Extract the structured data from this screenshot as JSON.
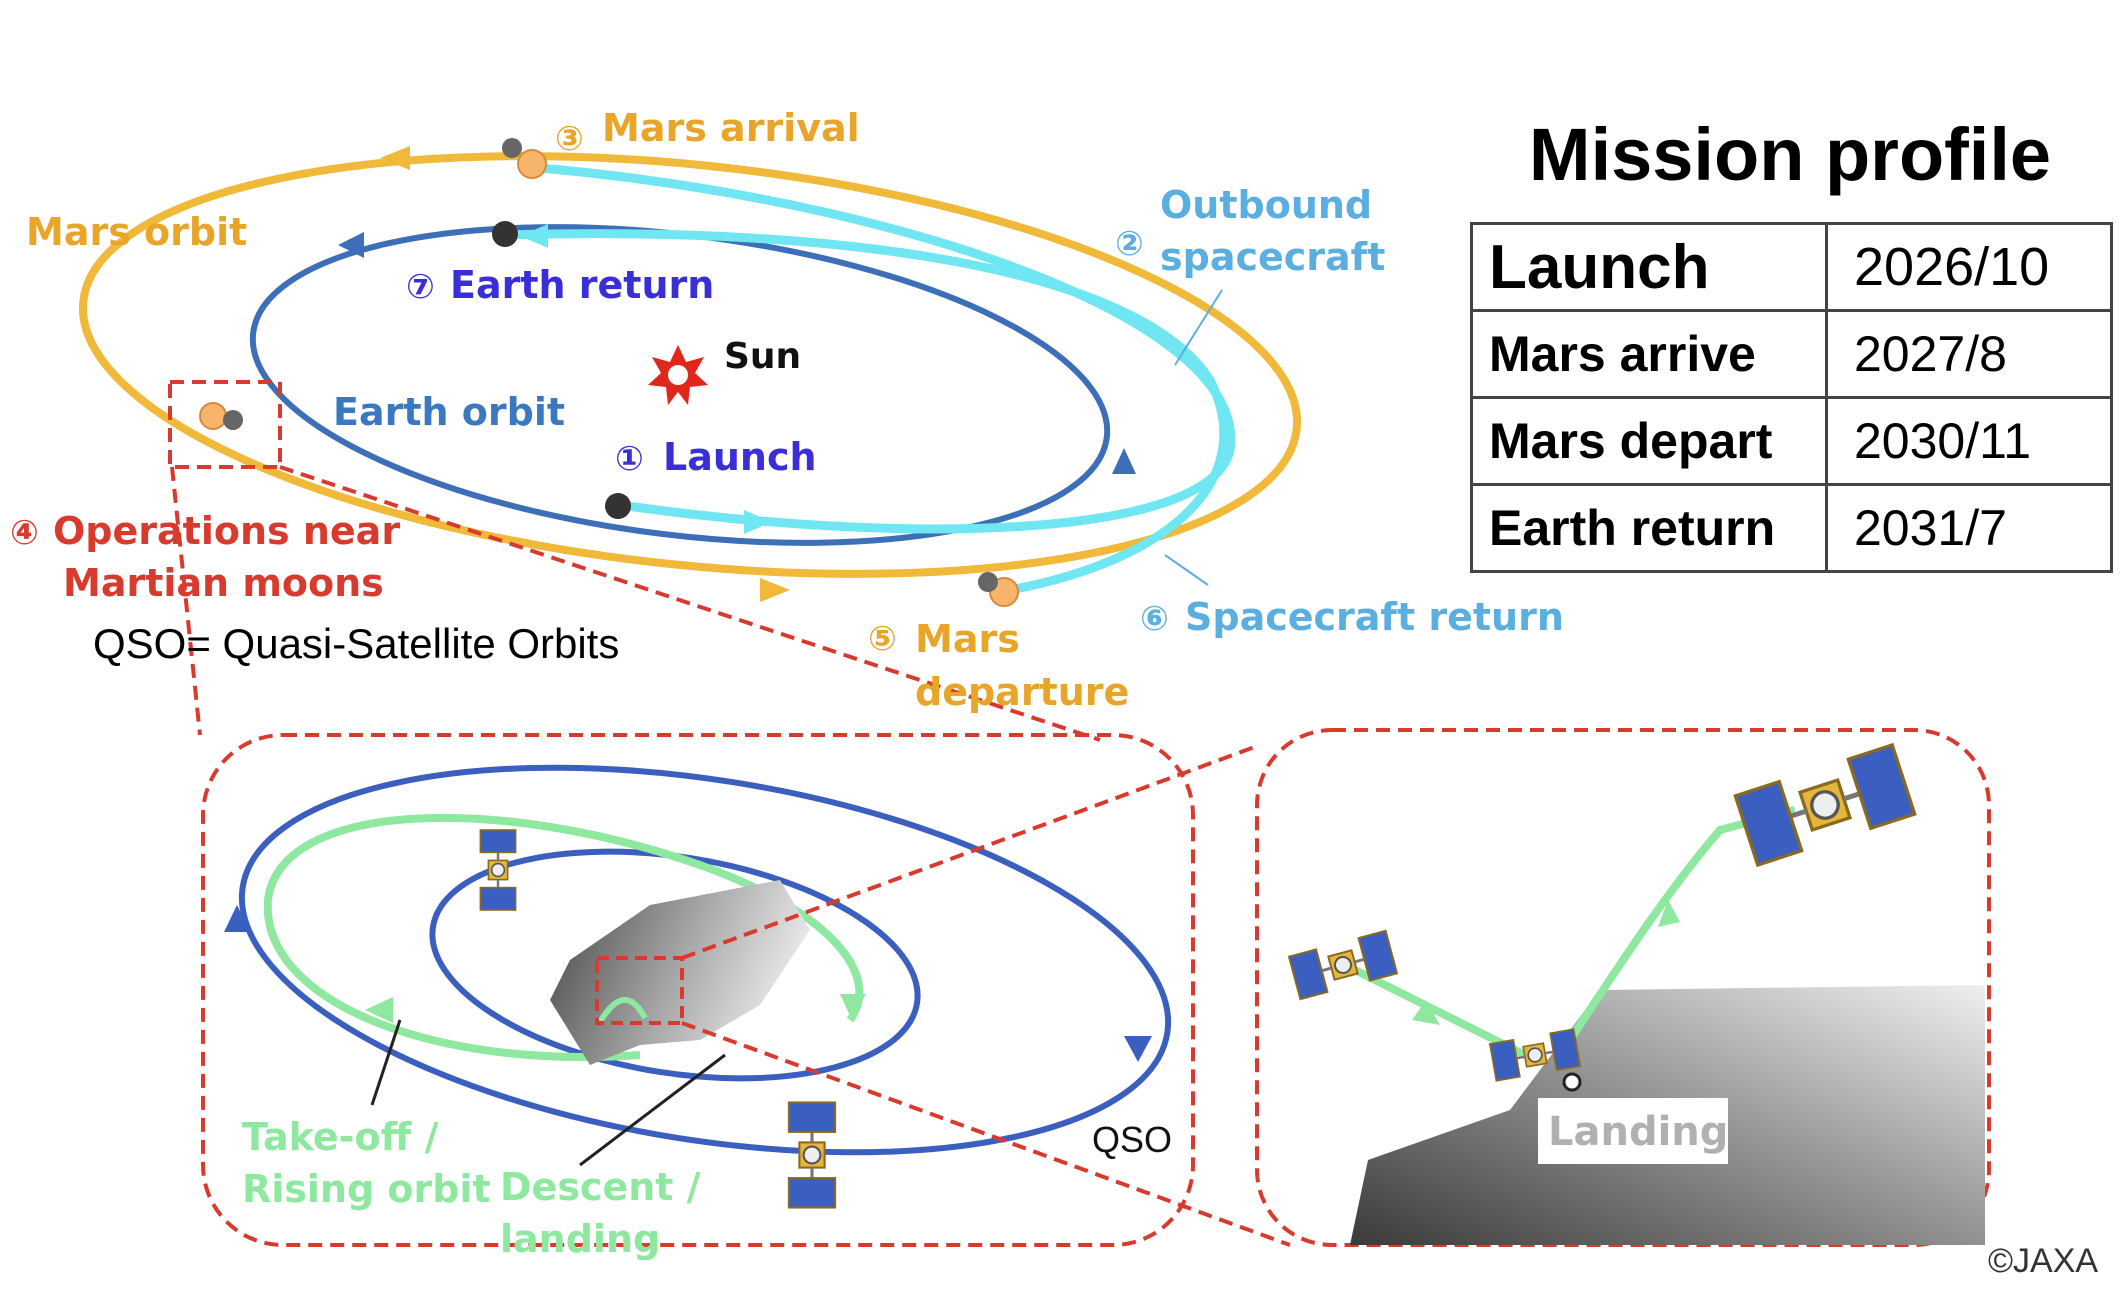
{
  "mission_profile": {
    "title": "Mission profile",
    "rows": [
      {
        "event": "Launch",
        "date": "2026/10"
      },
      {
        "event": "Mars arrive",
        "date": "2027/8"
      },
      {
        "event": "Mars depart",
        "date": "2030/11"
      },
      {
        "event": "Earth return",
        "date": "2031/7"
      }
    ]
  },
  "orbit_labels": {
    "mars_orbit": "Mars orbit",
    "earth_orbit": "Earth orbit",
    "sun": "Sun",
    "mars_arrival": "Mars arrival",
    "outbound_line1": "Outbound",
    "outbound_line2": "spacecraft",
    "earth_return": "Earth return",
    "launch": "Launch",
    "operations_line1": "Operations near",
    "operations_line2": "Martian moons",
    "mars_departure_line1": "Mars",
    "mars_departure_line2": "departure",
    "spacecraft_return": "Spacecraft return",
    "qso_definition": "QSO= Quasi-Satellite Orbits"
  },
  "step_markers": {
    "launch": "①",
    "outbound": "②",
    "arrival": "③",
    "operations": "④",
    "departure": "⑤",
    "return": "⑥",
    "earth_return": "⑦"
  },
  "detail_labels": {
    "takeoff_line1": "Take-off /",
    "takeoff_line2": "Rising orbit",
    "descent_line1": "Descent /",
    "descent_line2": "landing",
    "qso": "QSO",
    "landing": "Landing"
  },
  "credit": "©JAXA",
  "colors": {
    "mars_orbit": "#f0b93a",
    "earth_orbit": "#3c6fb8",
    "spacecraft_path": "#6fe6f2",
    "mars_label": "#e8a52a",
    "earth_label": "#3a78c0",
    "step_blue": "#3a2fd6",
    "outbound_label": "#5aaee0",
    "operations_red": "#d93a2e",
    "qso_orbit": "#3b5fbf",
    "rising_orbit": "#8ee8a0",
    "sun": "#e0271b"
  }
}
